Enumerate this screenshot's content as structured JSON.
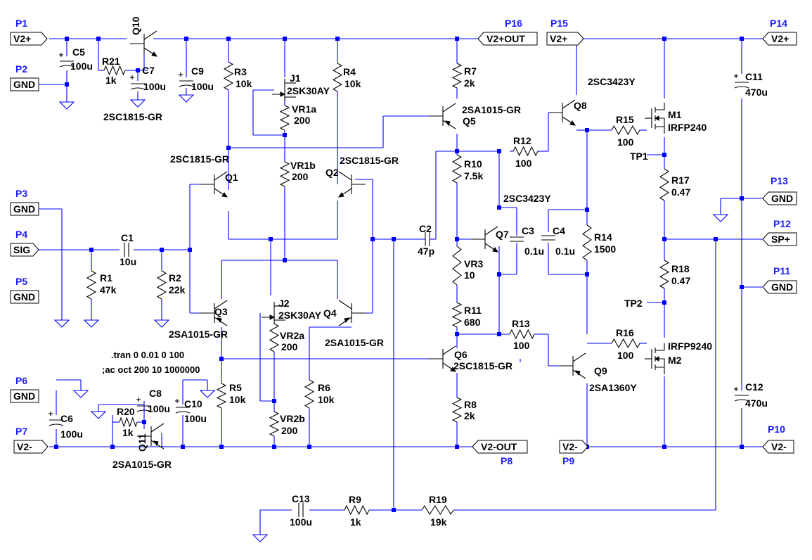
{
  "ports": [
    {
      "id": "p1",
      "name": "P1",
      "net": "V2+"
    },
    {
      "id": "p2",
      "name": "P2",
      "net": "GND"
    },
    {
      "id": "p3",
      "name": "P3",
      "net": "GND"
    },
    {
      "id": "p4",
      "name": "P4",
      "net": "SIG"
    },
    {
      "id": "p5",
      "name": "P5",
      "net": "GND"
    },
    {
      "id": "p6",
      "name": "P6",
      "net": "GND"
    },
    {
      "id": "p7",
      "name": "P7",
      "net": "V2-"
    },
    {
      "id": "p8",
      "name": "P8",
      "net": "V2-OUT"
    },
    {
      "id": "p9",
      "name": "P9",
      "net": "V2-"
    },
    {
      "id": "p10",
      "name": "P10",
      "net": "V2-"
    },
    {
      "id": "p11",
      "name": "P11",
      "net": "GND"
    },
    {
      "id": "p12",
      "name": "P12",
      "net": "SP+"
    },
    {
      "id": "p13",
      "name": "P13",
      "net": "GND"
    },
    {
      "id": "p14",
      "name": "P14",
      "net": "V2+"
    },
    {
      "id": "p15",
      "name": "P15",
      "net": "V2+"
    },
    {
      "id": "p16",
      "name": "P16",
      "net": "V2+OUT"
    }
  ],
  "components": {
    "c1": {
      "ref": "C1",
      "value": "10u"
    },
    "c2": {
      "ref": "C2",
      "value": "47p"
    },
    "c3": {
      "ref": "C3",
      "value": "0.1u"
    },
    "c4": {
      "ref": "C4",
      "value": "0.1u"
    },
    "c5": {
      "ref": "C5",
      "value": "100u"
    },
    "c6": {
      "ref": "C6",
      "value": "100u"
    },
    "c7": {
      "ref": "C7",
      "value": "100u"
    },
    "c8": {
      "ref": "C8",
      "value": "100u"
    },
    "c9": {
      "ref": "C9",
      "value": "100u"
    },
    "c10": {
      "ref": "C10",
      "value": "100u"
    },
    "c11": {
      "ref": "C11",
      "value": "470u"
    },
    "c12": {
      "ref": "C12",
      "value": "470u"
    },
    "c13": {
      "ref": "C13",
      "value": "100u"
    },
    "r1": {
      "ref": "R1",
      "value": "47k"
    },
    "r2": {
      "ref": "R2",
      "value": "22k"
    },
    "r3": {
      "ref": "R3",
      "value": "10k"
    },
    "r4": {
      "ref": "R4",
      "value": "10k"
    },
    "r5": {
      "ref": "R5",
      "value": "10k"
    },
    "r6": {
      "ref": "R6",
      "value": "10k"
    },
    "r7": {
      "ref": "R7",
      "value": "2k"
    },
    "r8": {
      "ref": "R8",
      "value": "2k"
    },
    "r9": {
      "ref": "R9",
      "value": "1k"
    },
    "r10": {
      "ref": "R10",
      "value": "7.5k"
    },
    "r11": {
      "ref": "R11",
      "value": "680"
    },
    "r12": {
      "ref": "R12",
      "value": "100"
    },
    "r13": {
      "ref": "R13",
      "value": "100"
    },
    "r14": {
      "ref": "R14",
      "value": "1500"
    },
    "r15": {
      "ref": "R15",
      "value": "100"
    },
    "r16": {
      "ref": "R16",
      "value": "100"
    },
    "r17": {
      "ref": "R17",
      "value": "0.47"
    },
    "r18": {
      "ref": "R18",
      "value": "0.47"
    },
    "r19": {
      "ref": "R19",
      "value": "19k"
    },
    "r20": {
      "ref": "R20",
      "value": "1k"
    },
    "r21": {
      "ref": "R21",
      "value": "1k"
    },
    "vr1a": {
      "ref": "VR1a",
      "value": "200"
    },
    "vr1b": {
      "ref": "VR1b",
      "value": "200"
    },
    "vr2a": {
      "ref": "VR2a",
      "value": "200"
    },
    "vr2b": {
      "ref": "VR2b",
      "value": "200"
    },
    "vr3": {
      "ref": "VR3",
      "value": "10"
    },
    "q1": {
      "ref": "Q1",
      "value": "2SC1815-GR"
    },
    "q2": {
      "ref": "Q2",
      "value": "2SC1815-GR"
    },
    "q3": {
      "ref": "Q3",
      "value": "2SA1015-GR"
    },
    "q4": {
      "ref": "Q4",
      "value": "2SA1015-GR"
    },
    "q5": {
      "ref": "Q5",
      "value": "2SA1015-GR"
    },
    "q6": {
      "ref": "Q6",
      "value": "2SC1815-GR"
    },
    "q7": {
      "ref": "Q7",
      "value": "2SC3423Y"
    },
    "q8": {
      "ref": "Q8",
      "value": "2SC3423Y"
    },
    "q9": {
      "ref": "Q9",
      "value": "2SA1360Y"
    },
    "q10": {
      "ref": "Q10",
      "value": "2SC1815-GR"
    },
    "q11": {
      "ref": "Q11",
      "value": "2SA1015-GR"
    },
    "j1": {
      "ref": "J1",
      "value": "2SK30AY"
    },
    "j2": {
      "ref": "J2",
      "value": "2SK30AY"
    },
    "m1": {
      "ref": "M1",
      "value": "IRFP240"
    },
    "m2": {
      "ref": "M2",
      "value": "IRFP9240"
    }
  },
  "test_points": {
    "tp1": "TP1",
    "tp2": "TP2"
  },
  "spice_directives": [
    ".tran 0 0.01 0 100",
    ";ac oct 200 10 1000000"
  ],
  "colors": {
    "wire": "#0000ff",
    "component": "#000000",
    "port_name": "#1a1aff"
  }
}
